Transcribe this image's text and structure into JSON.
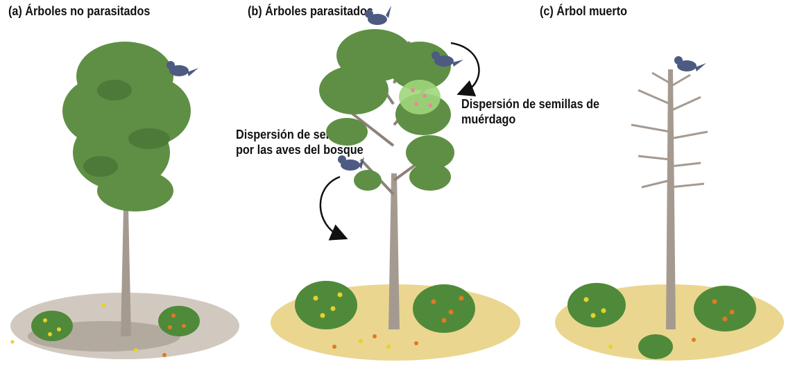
{
  "panels": [
    {
      "title": "(a) Árboles no parasitados"
    },
    {
      "title": "(b) Árboles parasitados"
    },
    {
      "title": "(c) Árbol muerto"
    }
  ],
  "annotations": {
    "mistletoe_dispersal": [
      "Dispersión de semillas de",
      "muérdago"
    ],
    "forest_bird_dispersal": [
      "Dispersión de semillas",
      "por las aves del bosque"
    ]
  },
  "colors": {
    "foliage": "#5f8f45",
    "foliage_dark": "#3f6a30",
    "trunk": "#a59a90",
    "bird": "#4d5a82",
    "shrub": "#4f8a3a",
    "ground_a": "#bdb3a6",
    "ground_bc": "#e8cf7c",
    "fruit_yellow": "#e6d228",
    "fruit_orange": "#e07a22",
    "mistletoe": "#9fd67a"
  }
}
